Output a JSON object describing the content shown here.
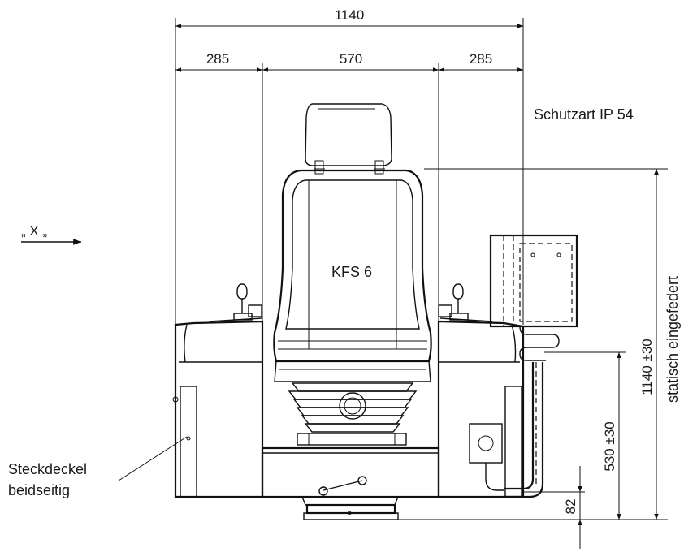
{
  "dimensions": {
    "overall_width": "1140",
    "left_section": "285",
    "center_section": "570",
    "right_section": "285",
    "overall_height": "1140 ±30",
    "seat_height": "530 ±30",
    "base_height": "82"
  },
  "labels": {
    "protection_class": "Schutzart IP 54",
    "view_marker": "„ X „",
    "seat_model": "KFS 6",
    "height_note": "statisch eingefedert",
    "cover_line1": "Steckdeckel",
    "cover_line2": "beidseitig"
  }
}
